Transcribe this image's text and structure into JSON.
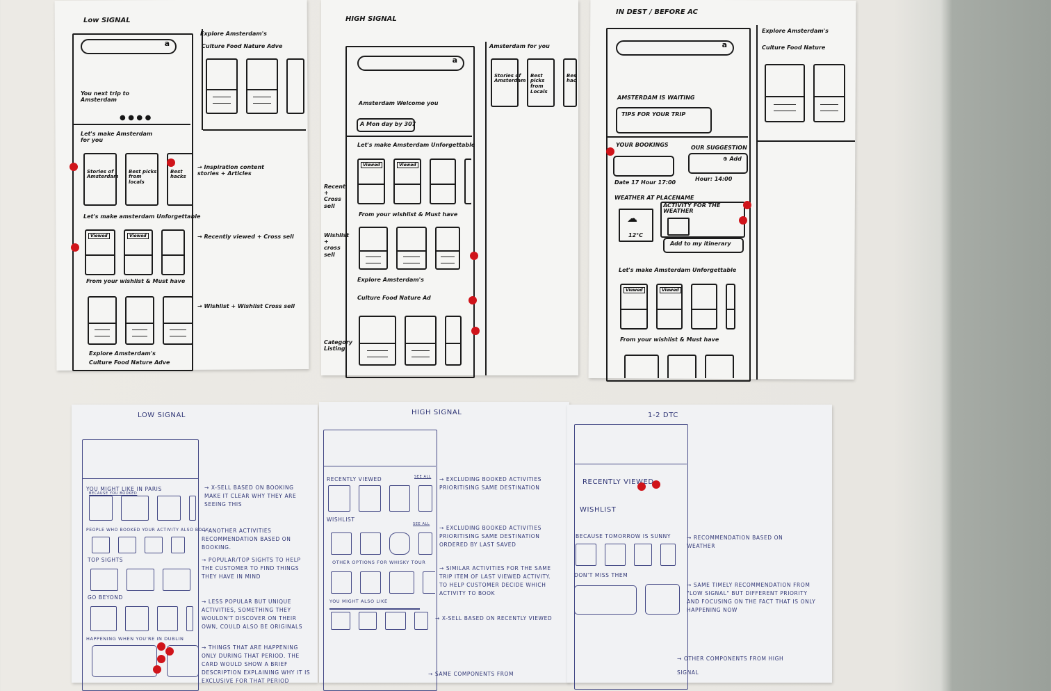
{
  "colors": {
    "wall": "#eceae5",
    "paper": "#f5f5f3",
    "ink_black": "#1b1b1b",
    "ink_blue": "#2f3575",
    "sticker_red": "#d0141a"
  },
  "sheet1": {
    "title": "Low SIGNAL",
    "hero_text": "You next trip to Amsterdam",
    "section1": "Let's make Amsterdam for you",
    "cards1": [
      "Stories of Amsterdam",
      "Best picks from locals",
      "Best hacks"
    ],
    "section2": "Let's make amsterdam Unforgettable",
    "viewed_tag": "Viewed",
    "section3": "From your wishlist & Must have",
    "section4": "Explore Amsterdam's",
    "categories": "Culture  Food  Nature  Adve",
    "side_title": "Explore Amsterdam's",
    "side_categories": "Culture  Food  Nature  Adve",
    "note1": "→ Inspiration content stories + Articles",
    "note2": "→ Recently viewed + Cross sell",
    "note3": "→ Wishlist + Wishlist Cross sell"
  },
  "sheet2": {
    "title": "HIGH SIGNAL",
    "hero_text": "Amsterdam Welcome you",
    "day_chip": "A Mon day by 307",
    "section1": "Let's make Amsterdam Unforgettable",
    "viewed_tag": "Viewed",
    "section2": "From your wishlist & Must have",
    "section3": "Explore Amsterdam's",
    "categories": "Culture  Food  Nature  Ad",
    "note_left1": "Recent + Cross sell",
    "note_left2": "Wishlist + cross sell",
    "note_left3": "Category Listing",
    "side_title": "Amsterdam for you",
    "side_cards": [
      "Stories of Amsterdam",
      "Best picks from Locals",
      "Best hacks"
    ]
  },
  "sheet3": {
    "title": "IN DEST / BEFORE AC",
    "hero_text": "AMSTERDAM IS WAITING",
    "tips": "TIPS FOR YOUR TRIP",
    "bookings": "YOUR BOOKINGS",
    "suggestion": "OUR SUGGESTION",
    "add": "⊕ Add",
    "booking_time": "Date 17  Hour 17:00",
    "suggestion_time": "Hour: 14:00",
    "weather_title": "WEATHER AT PLACENAME",
    "temperature": "12°C",
    "activity_title": "ACTIVITY FOR THE WEATHER",
    "add_itinerary": "Add to my itinerary",
    "section1": "Let's make Amsterdam Unforgettable",
    "viewed_tag": "Viewed",
    "section2": "From your wishlist & Must have",
    "side_title": "Explore Amsterdam's",
    "side_categories": "Culture  Food  Nature"
  },
  "sheet4": {
    "title": "LOW SIGNAL",
    "s1": "YOU MIGHT LIKE IN PARIS",
    "s1_sub": "BECAUSE YOU BOOKED",
    "s2": "PEOPLE WHO BOOKED YOUR ACTIVITY ALSO BOOK",
    "s3": "TOP SIGHTS",
    "s4": "GO BEYOND",
    "s5": "HAPPENING WHEN YOU'RE IN DUBLIN",
    "n1": "→ X-SELL BASED ON BOOKING MAKE IT CLEAR WHY THEY ARE SEEING THIS",
    "n2": "→ ANOTHER ACTIVITIES RECOMMENDATION BASED ON BOOKING.",
    "n3": "→ POPULAR/TOP SIGHTS TO HELP THE CUSTOMER TO FIND THINGS THEY HAVE IN MIND",
    "n4": "→ LESS POPULAR BUT UNIQUE ACTIVITIES, SOMETHING THEY WOULDN'T DISCOVER ON THEIR OWN, COULD ALSO BE ORIGINALS",
    "n5": "→ THINGS THAT ARE HAPPENING ONLY DURING THAT PERIOD. THE CARD WOULD SHOW A BRIEF DESCRIPTION EXPLAINING WHY IT IS EXCLUSIVE FOR THAT PERIOD"
  },
  "sheet5": {
    "title": "HIGH SIGNAL",
    "s1": "RECENTLY VIEWED",
    "see_all": "SEE ALL",
    "s2": "WISHLIST",
    "s3": "OTHER OPTIONS FOR WHISKY TOUR",
    "s4": "YOU MIGHT ALSO LIKE",
    "n1": "→ EXCLUDING BOOKED ACTIVITIES PRIORITISING SAME DESTINATION",
    "n2": "→ EXCLUDING BOOKED ACTIVITIES PRIORITISING SAME DESTINATION ORDERED BY LAST SAVED",
    "n3": "→ SIMILAR ACTIVITIES FOR THE SAME TRIP ITEM OF LAST VIEWED ACTIVITY. TO HELP CUSTOMER DECIDE WHICH ACTIVITY TO BOOK",
    "n4": "→ X-SELL BASED ON RECENTLY VIEWED",
    "n5": "→ SAME COMPONENTS FROM"
  },
  "sheet6": {
    "title": "1-2 DTC",
    "s1": "RECENTLY VIEWED",
    "s2": "WISHLIST",
    "s3": "BECAUSE TOMORROW IS SUNNY",
    "s4": "DON'T MISS THEM",
    "n1": "→ RECOMMENDATION BASED ON WEATHER",
    "n2": "→ SAME TIMELY RECOMMENDATION FROM \"LOW SIGNAL\" BUT DIFFERENT PRIORITY AND FOCUSING ON THE FACT THAT IS ONLY HAPPENING NOW",
    "n3": "→ OTHER COMPONENTS FROM HIGH SIGNAL"
  }
}
